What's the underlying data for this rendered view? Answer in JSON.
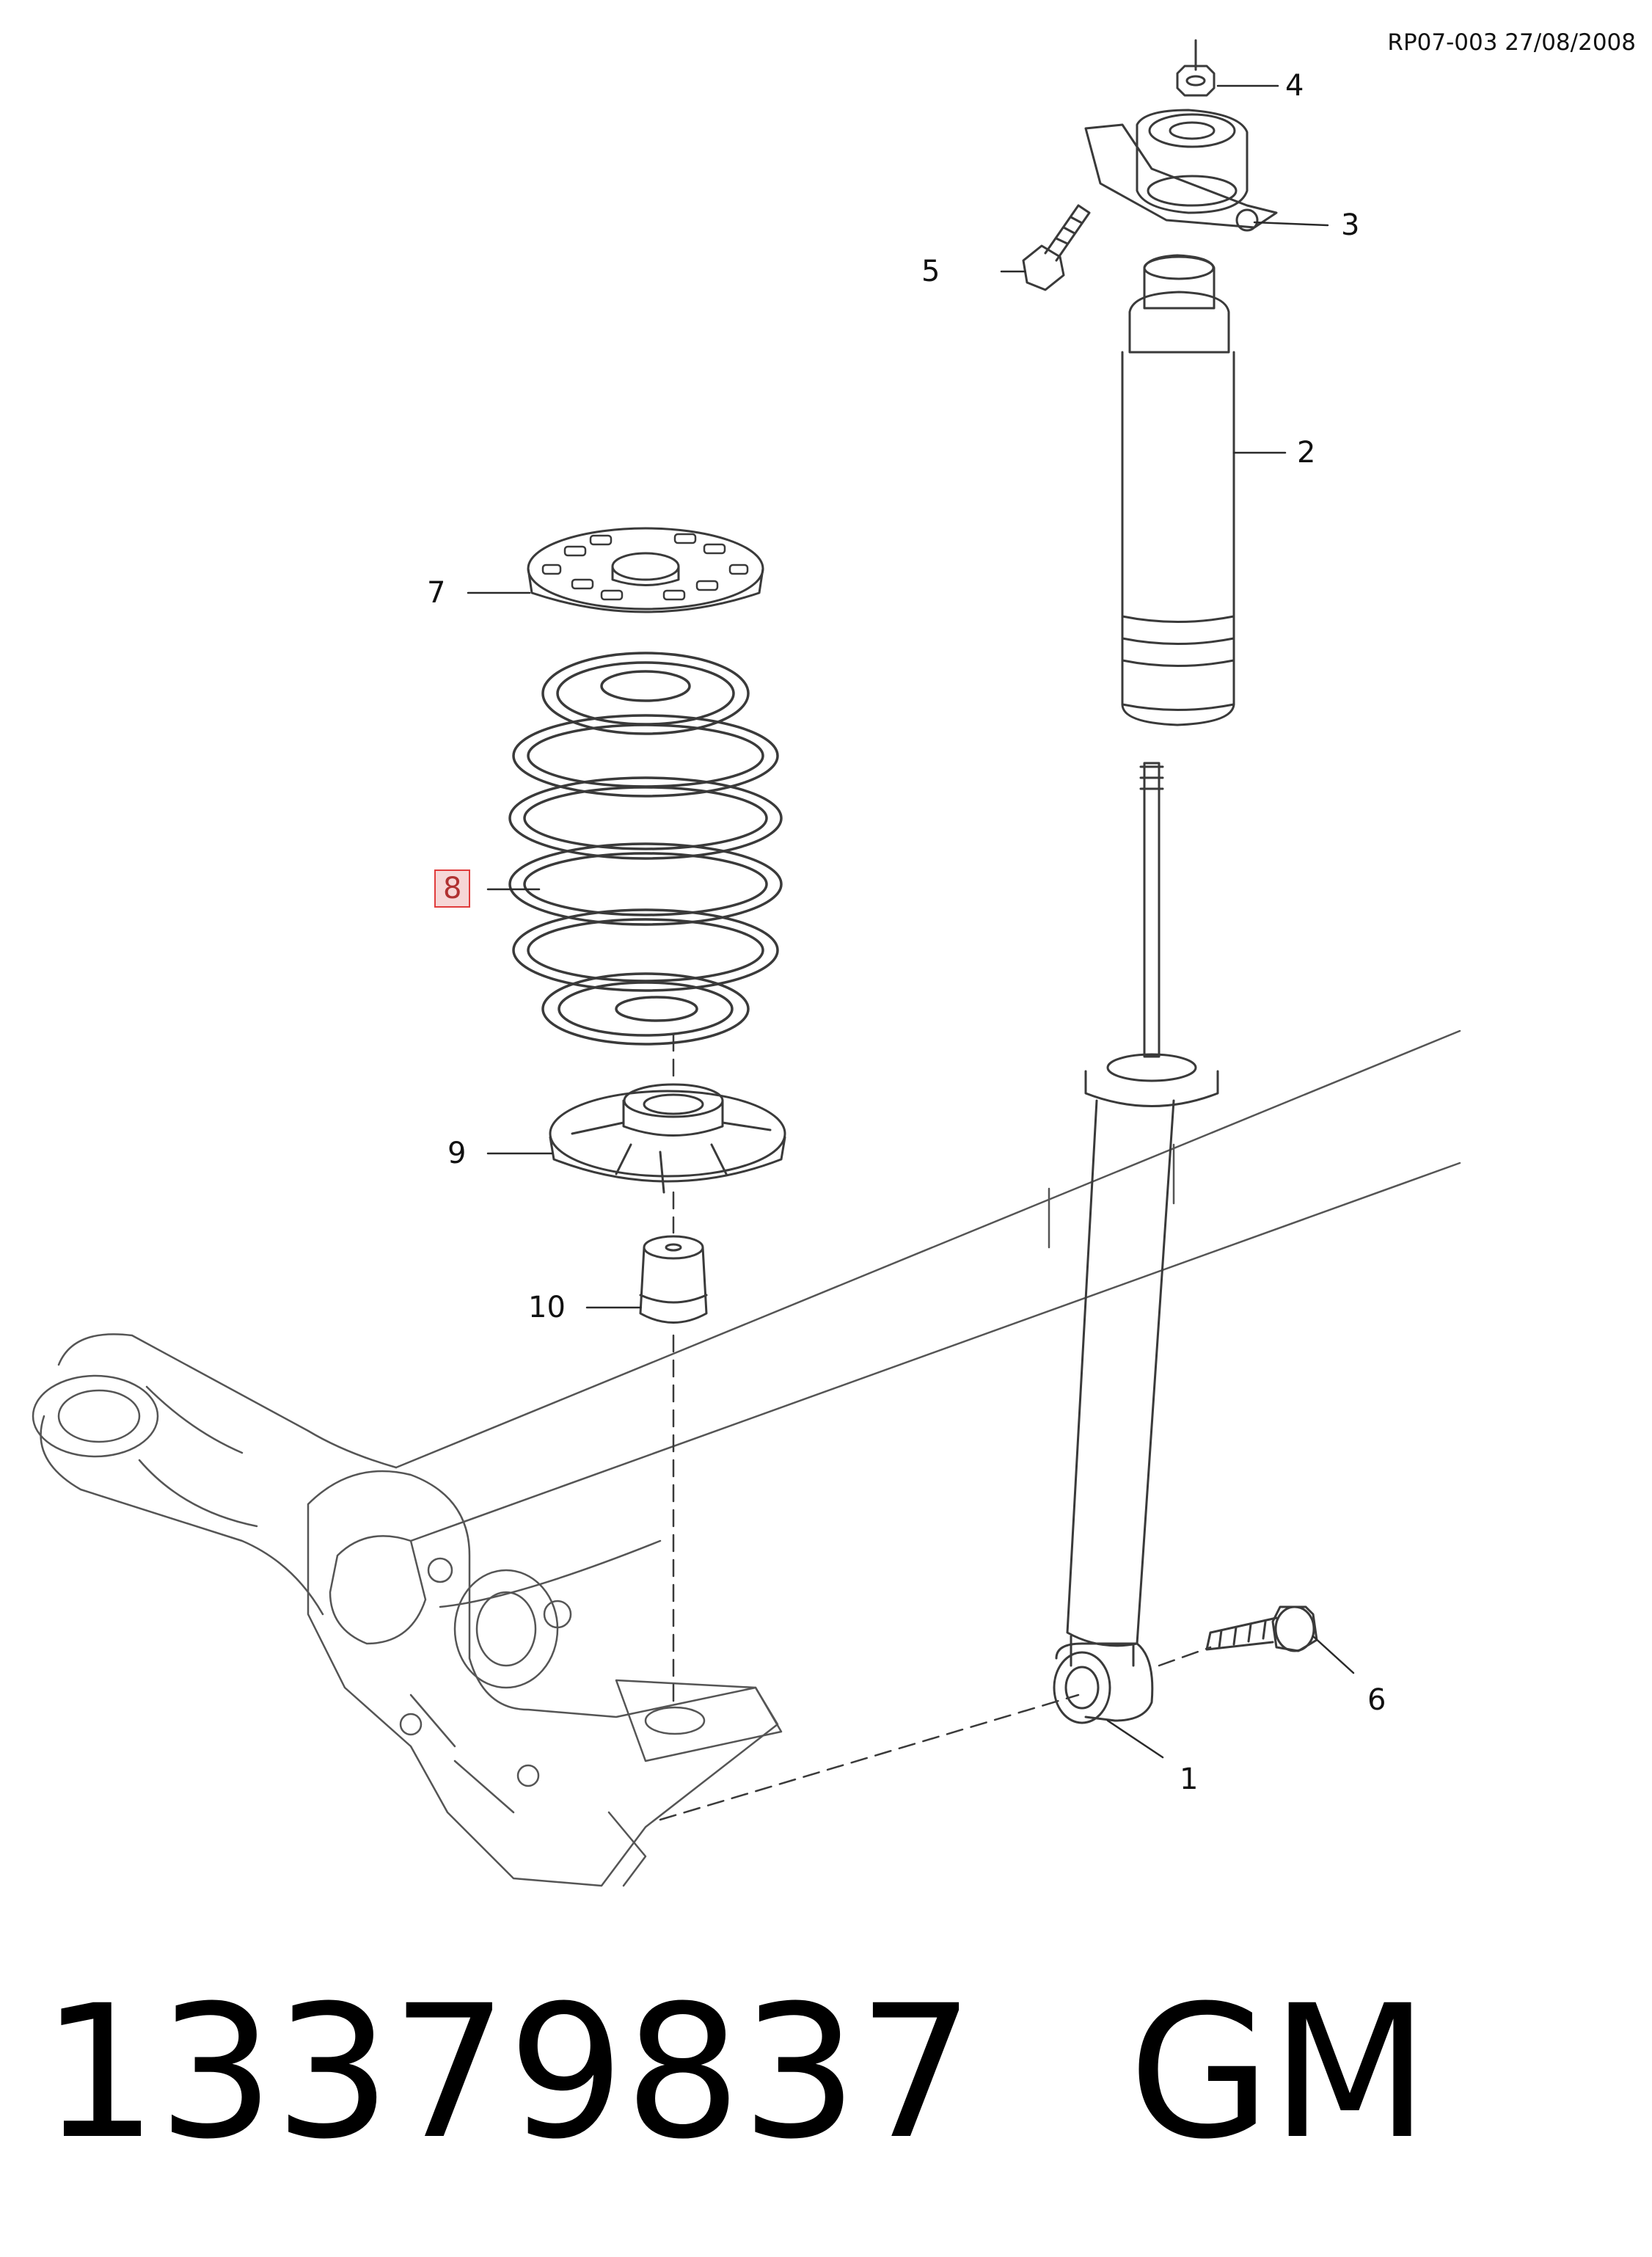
{
  "header": {
    "reference": "RP07-003 27/08/2008"
  },
  "callouts": [
    {
      "id": "1",
      "label": "1"
    },
    {
      "id": "2",
      "label": "2"
    },
    {
      "id": "3",
      "label": "3"
    },
    {
      "id": "4",
      "label": "4"
    },
    {
      "id": "5",
      "label": "5"
    },
    {
      "id": "6",
      "label": "6"
    },
    {
      "id": "7",
      "label": "7"
    },
    {
      "id": "8",
      "label": "8",
      "highlighted": true
    },
    {
      "id": "9",
      "label": "9"
    },
    {
      "id": "10",
      "label": "10"
    }
  ],
  "footer": {
    "part_number": "13379837",
    "brand": "GM"
  },
  "colors": {
    "line": "#3a3a3a",
    "highlight_border": "#e03c3c",
    "highlight_fill": "#f6d6d6"
  }
}
